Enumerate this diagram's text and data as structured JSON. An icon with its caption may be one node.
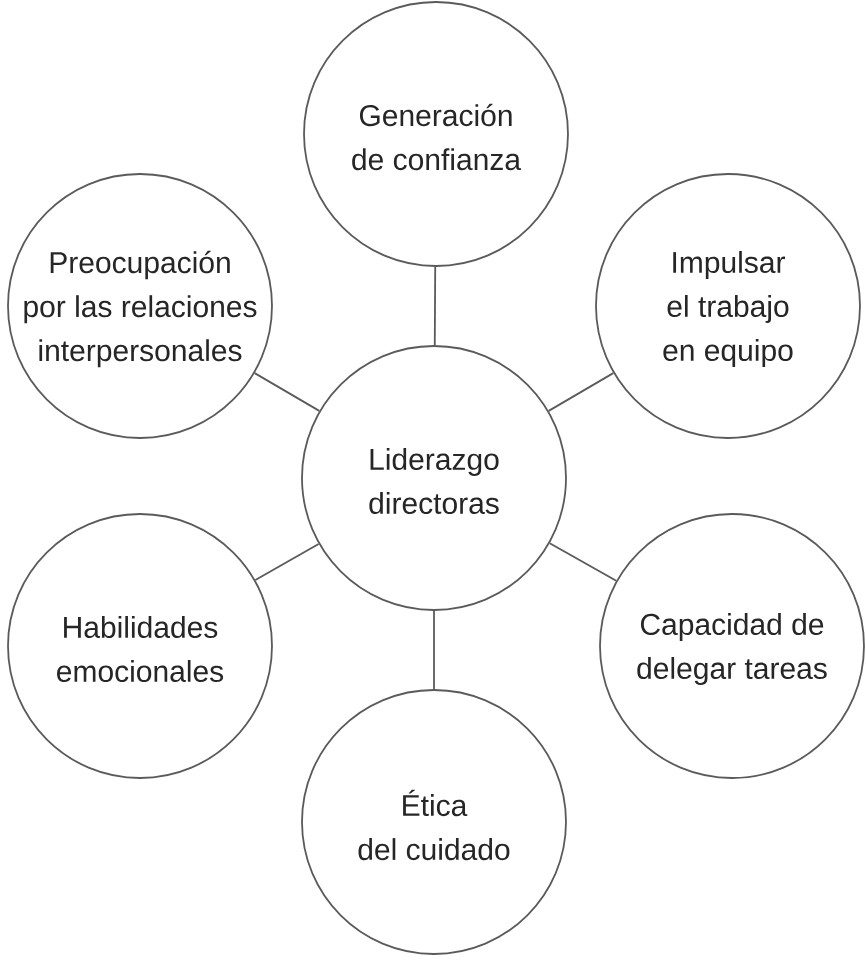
{
  "diagram": {
    "nodes": [
      {
        "text": [
          "Generación de confianza"
        ]
      },
      {
        "text": [
          "Preocupación por las relaciones interpersonales"
        ]
      },
      {
        "text": [
          "Impulsar el trabajo en equipo"
        ]
      },
      {
        "text": [
          "Liderazgo directoras"
        ]
      },
      {
        "text": [
          "Habilidades emocionales"
        ]
      },
      {
        "text": [
          "Capacidad de delegar tareas"
        ]
      },
      {
        "text": [
          "Ética del cuidado"
        ]
      }
    ],
    "edges": [
      {
        "from": 3,
        "to": 0,
        "arrow": "none"
      },
      {
        "from": 3,
        "to": 1,
        "arrow": "none"
      },
      {
        "from": 3,
        "to": 2,
        "arrow": "none"
      },
      {
        "from": 3,
        "to": 4,
        "arrow": "none"
      },
      {
        "from": 3,
        "to": 5,
        "arrow": "none"
      },
      {
        "from": 3,
        "to": 6,
        "arrow": "none"
      }
    ]
  }
}
